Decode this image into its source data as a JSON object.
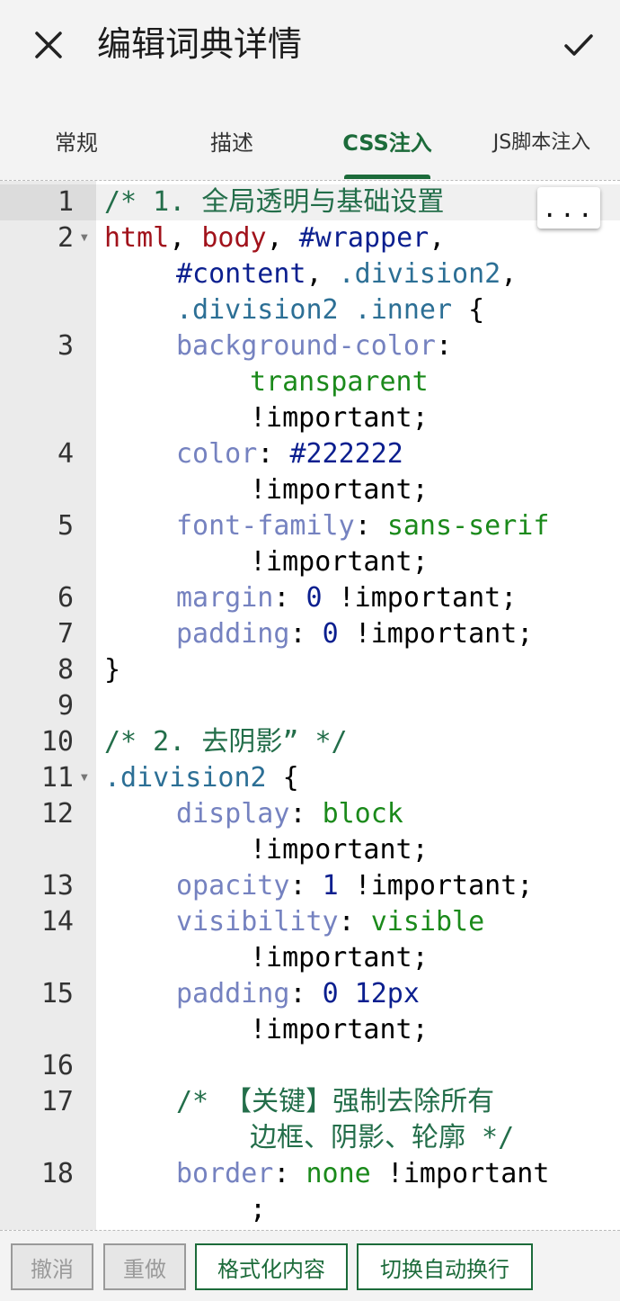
{
  "appbar": {
    "title": "编辑词典详情",
    "close_icon": "close-icon",
    "confirm_icon": "check-icon"
  },
  "tabs": [
    {
      "label": "常规",
      "active": false
    },
    {
      "label": "描述",
      "active": false
    },
    {
      "label": "CSS注入",
      "active": true
    },
    {
      "label": "JS脚本注入",
      "active": false
    }
  ],
  "editor": {
    "more_label": "...",
    "line_numbers": [
      "1",
      "2",
      "3",
      "4",
      "5",
      "6",
      "7",
      "8",
      "9",
      "10",
      "11",
      "12",
      "13",
      "14",
      "15",
      "16",
      "17",
      "18"
    ],
    "code": {
      "l1": "/* 1. 全局透明与基础设置",
      "l2a": "html",
      "l2b": ", ",
      "l2c": "body",
      "l2d": ", ",
      "l2e": "#wrapper",
      "l2f": ",",
      "l2g": "#content",
      "l2h": ", ",
      "l2i": ".division2",
      "l2j": ",",
      "l2k": ".division2 .inner",
      "l2l": " {",
      "l3a": "background-color",
      "l3b": ":",
      "l3c": "transparent",
      "l3d": "!important;",
      "l4a": "color",
      "l4b": ": ",
      "l4c": "#222222",
      "l4d": "!important;",
      "l5a": "font-family",
      "l5b": ": ",
      "l5c": "sans-serif",
      "l5d": "!important;",
      "l6a": "margin",
      "l6b": ": ",
      "l6c": "0",
      "l6d": " !important;",
      "l7a": "padding",
      "l7b": ": ",
      "l7c": "0",
      "l7d": " !important;",
      "l8": "}",
      "l10": "/* 2. 去阴影” */",
      "l11a": ".division2",
      "l11b": " {",
      "l12a": "display",
      "l12b": ": ",
      "l12c": "block",
      "l12d": "!important;",
      "l13a": "opacity",
      "l13b": ": ",
      "l13c": "1",
      "l13d": " !important;",
      "l14a": "visibility",
      "l14b": ": ",
      "l14c": "visible",
      "l14d": "!important;",
      "l15a": "padding",
      "l15b": ": ",
      "l15c": "0 12px",
      "l15d": "!important;",
      "l17a": "/* 【关键】强制去除所有",
      "l17b": "边框、阴影、轮廓 */",
      "l18a": "border",
      "l18b": ": ",
      "l18c": "none",
      "l18d": " !important",
      "l18e": ";"
    }
  },
  "toolbar": {
    "undo": "撤消",
    "redo": "重做",
    "format": "格式化内容",
    "wrap": "切换自动换行"
  },
  "colors": {
    "accent": "#1c6b3a",
    "comment": "#236e4a",
    "tag_selector": "#a1121b",
    "property": "#7582c0",
    "value": "#1b8a1b",
    "number": "#0b1f8f"
  }
}
